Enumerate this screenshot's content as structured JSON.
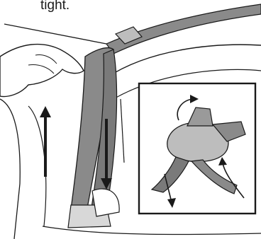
{
  "instruction": {
    "caption_fragment": "tight."
  },
  "colors": {
    "strap": "#8a8a8a",
    "strap_dark": "#6e6e6e",
    "line": "#1a1a1a",
    "skin": "#ffffff",
    "background": "#ffffff"
  },
  "icons": [
    "hand-illustration",
    "strap-illustration",
    "buckle-illustration",
    "arrow-icon"
  ]
}
